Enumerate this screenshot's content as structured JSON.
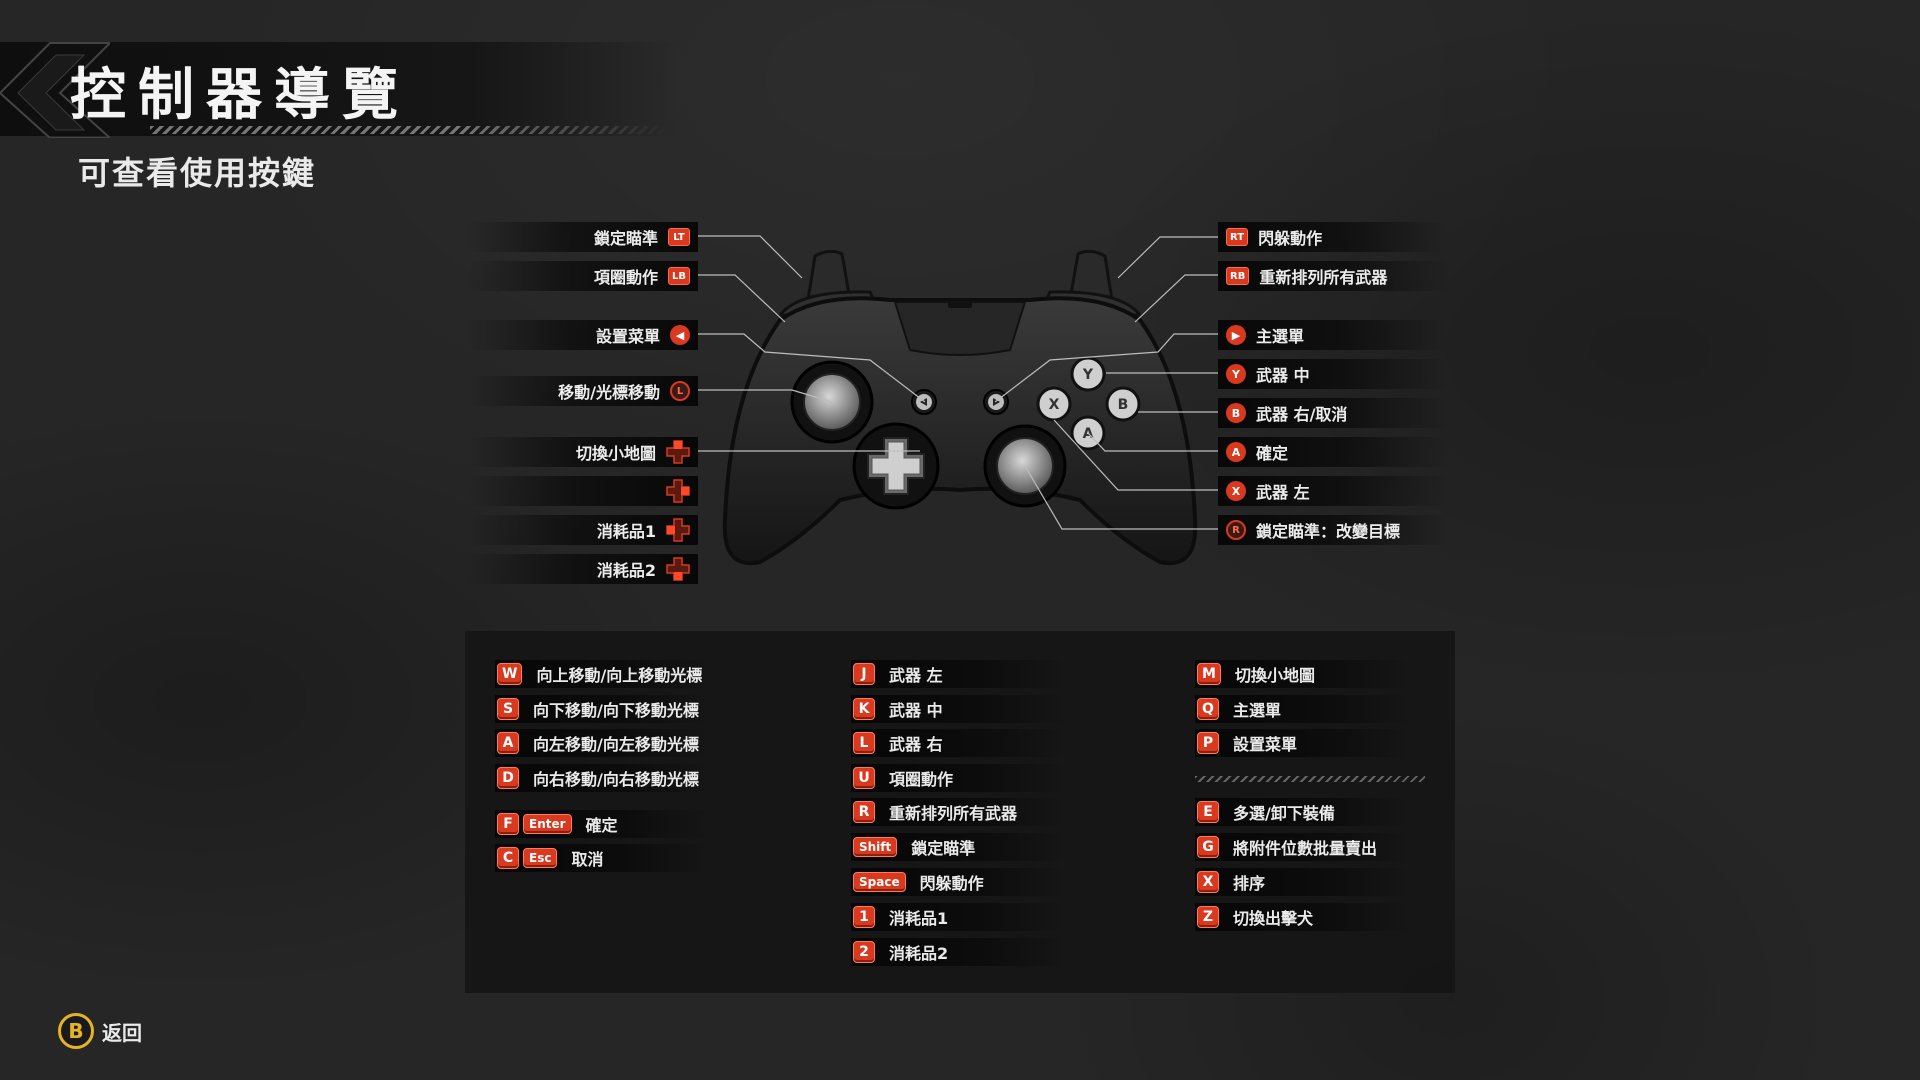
{
  "header": {
    "title": "控制器導覽",
    "subtitle": "可查看使用按鍵"
  },
  "accent_color": "#d8391f",
  "controller": {
    "left_labels": [
      {
        "text": "鎖定瞄準",
        "badge": "LT",
        "badge_type": "square"
      },
      {
        "text": "項圈動作",
        "badge": "LB",
        "badge_type": "square"
      },
      {
        "text": "設置菜單",
        "badge": "◀",
        "badge_type": "circle"
      },
      {
        "text": "移動/光標移動",
        "badge": "L",
        "badge_type": "ring"
      },
      {
        "text": "切換小地圖",
        "badge": "dpad-up-icon",
        "badge_type": "dpad"
      },
      {
        "text": "",
        "badge": "dpad-right-icon",
        "badge_type": "dpad"
      },
      {
        "text": "消耗品1",
        "badge": "dpad-left-icon",
        "badge_type": "dpad"
      },
      {
        "text": "消耗品2",
        "badge": "dpad-down-icon",
        "badge_type": "dpad"
      }
    ],
    "right_labels": [
      {
        "text": "閃躲動作",
        "badge": "RT",
        "badge_type": "square"
      },
      {
        "text": "重新排列所有武器",
        "badge": "RB",
        "badge_type": "square"
      },
      {
        "text": "主選單",
        "badge": "▶",
        "badge_type": "circle"
      },
      {
        "text": "武器 中",
        "badge": "Y",
        "badge_type": "circle"
      },
      {
        "text": "武器 右/取消",
        "badge": "B",
        "badge_type": "circle"
      },
      {
        "text": "確定",
        "badge": "A",
        "badge_type": "circle"
      },
      {
        "text": "武器 左",
        "badge": "X",
        "badge_type": "circle"
      },
      {
        "text": "鎖定瞄準：改變目標",
        "badge": "R",
        "badge_type": "ring"
      }
    ],
    "face_buttons": {
      "y": "Y",
      "x": "X",
      "b": "B",
      "a": "A"
    }
  },
  "keyboard": {
    "col1": [
      {
        "keys": [
          "W"
        ],
        "text": "向上移動/向上移動光標"
      },
      {
        "keys": [
          "S"
        ],
        "text": "向下移動/向下移動光標"
      },
      {
        "keys": [
          "A"
        ],
        "text": "向左移動/向左移動光標"
      },
      {
        "keys": [
          "D"
        ],
        "text": "向右移動/向右移動光標"
      },
      {
        "keys": [
          "F",
          "Enter"
        ],
        "text": "確定"
      },
      {
        "keys": [
          "C",
          "Esc"
        ],
        "text": "取消"
      }
    ],
    "col2": [
      {
        "keys": [
          "J"
        ],
        "text": "武器 左"
      },
      {
        "keys": [
          "K"
        ],
        "text": "武器 中"
      },
      {
        "keys": [
          "L"
        ],
        "text": "武器 右"
      },
      {
        "keys": [
          "U"
        ],
        "text": "項圈動作"
      },
      {
        "keys": [
          "R"
        ],
        "text": "重新排列所有武器"
      },
      {
        "keys": [
          "Shift"
        ],
        "text": "鎖定瞄準"
      },
      {
        "keys": [
          "Space"
        ],
        "text": "閃躲動作"
      },
      {
        "keys": [
          "1"
        ],
        "text": "消耗品1"
      },
      {
        "keys": [
          "2"
        ],
        "text": "消耗品2"
      }
    ],
    "col3": [
      {
        "keys": [
          "M"
        ],
        "text": "切換小地圖"
      },
      {
        "keys": [
          "Q"
        ],
        "text": "主選單"
      },
      {
        "keys": [
          "P"
        ],
        "text": "設置菜單"
      },
      {
        "keys": [
          "E"
        ],
        "text": "多選/卸下裝備"
      },
      {
        "keys": [
          "G"
        ],
        "text": "將附件位數批量賣出"
      },
      {
        "keys": [
          "X"
        ],
        "text": "排序"
      },
      {
        "keys": [
          "Z"
        ],
        "text": "切換出擊犬"
      }
    ]
  },
  "footer": {
    "back_button": "B",
    "back_label": "返回"
  }
}
